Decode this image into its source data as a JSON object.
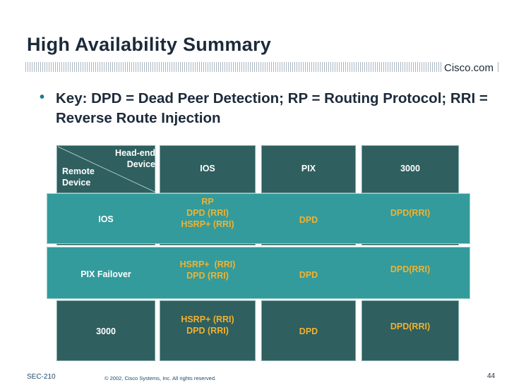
{
  "slide": {
    "title": "High Availability Summary",
    "brand": "Cisco.com",
    "bullet_marker": "•",
    "bullet_text": "Key:  DPD = Dead Peer Detection; RP = Routing Protocol; RRI = Reverse Route Injection"
  },
  "table": {
    "corner_head_end": "Head-end\nDevice",
    "corner_remote": "Remote\nDevice",
    "columns": [
      "IOS",
      "PIX",
      "3000"
    ],
    "rows": [
      {
        "label": "IOS",
        "cells": [
          "RP\nDPD (RRI)\nHSRP+ (RRI)",
          "DPD",
          "DPD(RRI)"
        ]
      },
      {
        "label": "PIX Failover",
        "cells": [
          "HSRP+  (RRI)\nDPD (RRI)",
          "DPD",
          "DPD(RRI)"
        ]
      },
      {
        "label": "3000",
        "cells": [
          "HSRP+ (RRI)\nDPD (RRI)",
          "DPD",
          "DPD(RRI)"
        ]
      }
    ]
  },
  "footer": {
    "code": "SEC-210",
    "copyright": "© 2002, Cisco Systems, Inc. All rights reserved.",
    "page": "44"
  },
  "colors": {
    "dark_cell": "#2f5f5f",
    "band": "#339b9b",
    "gold_text": "#f0b232",
    "title": "#1c2a3a"
  }
}
